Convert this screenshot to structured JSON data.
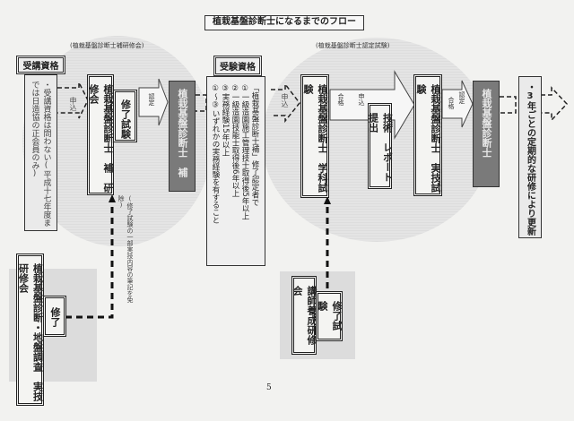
{
  "title": "植栽基盤診断士になるまでのフロー",
  "section_training": "(植栽基盤診断士補研修会)",
  "section_exam": "(植栽基盤診断士認定試験)",
  "juko": {
    "header": "受講資格",
    "body": "・受講資格は問わない(平成十七年度までは日造協の正会員のみ)"
  },
  "apply1": "申込",
  "training": "植栽基盤診断士　補　研修会",
  "completion_exam1": "修了試験",
  "certify1": "認定",
  "assistant": "植栽基盤診断士　補",
  "juken": {
    "header": "受験資格",
    "lines": [
      "「植栽基盤診断士補」修了認定者で",
      "①一級造園施工管理技士取得後5年以上",
      "②一級造園技能士取得後6年以上",
      "③実務経験15年以上",
      "①〜③いずれかの実務経験を有すること"
    ]
  },
  "apply2": "申込",
  "written_exam": "植栽基盤診断士　学科試験",
  "pass_apply": [
    "合格",
    "申込"
  ],
  "report": "技術　レポート提出",
  "practical_exam": "植栽基盤診断士　実技試験",
  "pass_certify": [
    "合格",
    "認定"
  ],
  "diagnostician": "植栽基盤診断士",
  "renewal": "・3年ごとの定期的な研修により更新",
  "ground_training": "植栽基盤診断・地盤調査　実技研修会",
  "ground_completion": "修了",
  "exemption_note": "(修了試験の一部実技内容の筆記を免除)",
  "instructor_training": "講師養成研修会",
  "completion_exam2": "修了試験",
  "page_number": "5"
}
